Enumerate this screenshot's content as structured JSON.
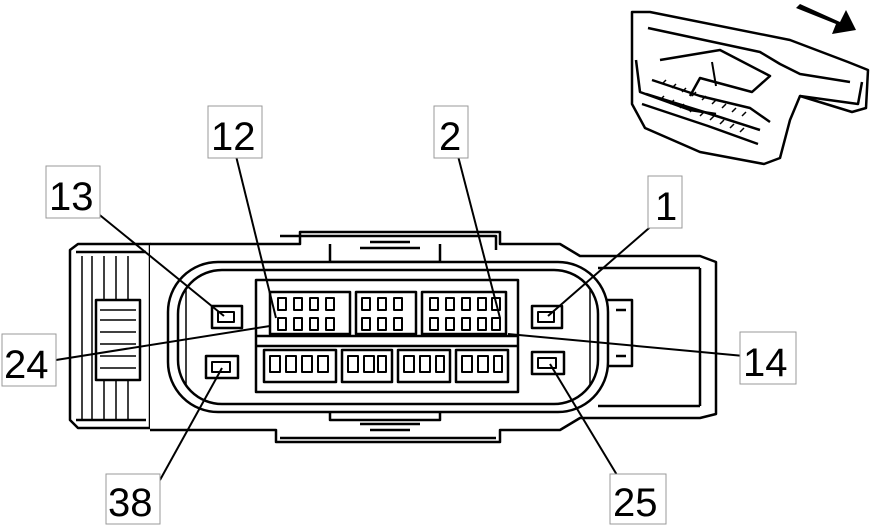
{
  "diagram": {
    "pin_labels": {
      "p12": "12",
      "p2": "2",
      "p13": "13",
      "p1": "1",
      "p24": "24",
      "p14": "14",
      "p38": "38",
      "p25": "25"
    },
    "colors": {
      "line": "#000000",
      "background": "#ffffff"
    },
    "icons": {
      "inset": "connector-perspective-icon",
      "direction": "arrow-icon"
    }
  }
}
